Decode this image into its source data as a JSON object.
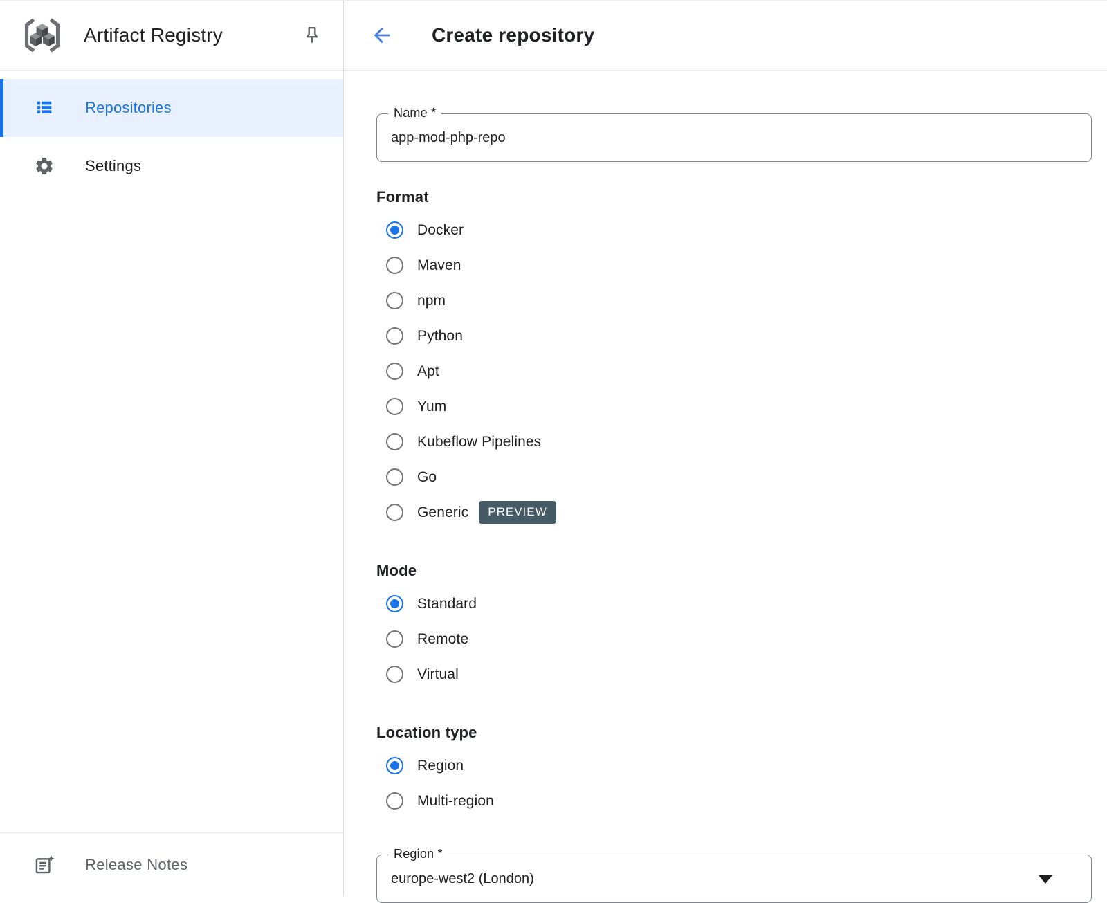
{
  "app": {
    "title": "Artifact Registry"
  },
  "sidebar": {
    "items": [
      {
        "label": "Repositories",
        "selected": true
      },
      {
        "label": "Settings",
        "selected": false
      }
    ],
    "footer": {
      "label": "Release Notes"
    }
  },
  "header": {
    "title": "Create repository"
  },
  "form": {
    "name_field": {
      "label": "Name *",
      "value": "app-mod-php-repo"
    },
    "format": {
      "label": "Format",
      "selected_option": "Docker",
      "options": [
        {
          "label": "Docker",
          "selected": true
        },
        {
          "label": "Maven",
          "selected": false
        },
        {
          "label": "npm",
          "selected": false
        },
        {
          "label": "Python",
          "selected": false
        },
        {
          "label": "Apt",
          "selected": false
        },
        {
          "label": "Yum",
          "selected": false
        },
        {
          "label": "Kubeflow Pipelines",
          "selected": false
        },
        {
          "label": "Go",
          "selected": false
        },
        {
          "label": "Generic",
          "selected": false,
          "badge": "PREVIEW"
        }
      ]
    },
    "mode": {
      "label": "Mode",
      "selected_option": "Standard",
      "options": [
        {
          "label": "Standard",
          "selected": true
        },
        {
          "label": "Remote",
          "selected": false
        },
        {
          "label": "Virtual",
          "selected": false
        }
      ]
    },
    "location_type": {
      "label": "Location type",
      "selected_option": "Region",
      "options": [
        {
          "label": "Region",
          "selected": true
        },
        {
          "label": "Multi-region",
          "selected": false
        }
      ]
    },
    "region_field": {
      "label": "Region *",
      "value": "europe-west2 (London)"
    }
  },
  "colors": {
    "accent_blue": "#1a73e8",
    "selected_item_bg": "#e8f0fe",
    "preview_badge_bg": "#455a64",
    "text_primary": "#202124",
    "text_secondary": "#5f6368",
    "divider": "#dadce0",
    "field_border": "#80868b"
  }
}
